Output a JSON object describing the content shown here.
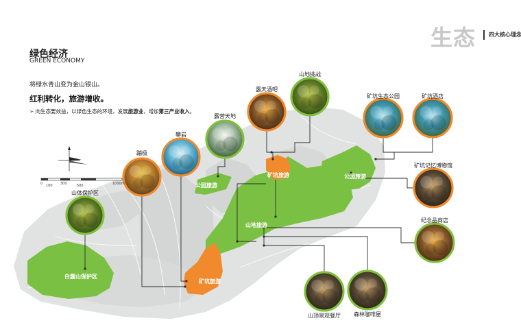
{
  "header": {
    "section_title": "生态",
    "section_subtitle": "四大核心理念"
  },
  "intro": {
    "title_cn": "绿色经济",
    "title_en": "GREEN ECONOMY",
    "lead": "将绿水青山变为金山银山。",
    "subtitle": "红利转化，旅游增收。",
    "desc_prefix": "➢  向生态要效益，以绿色生态的环境，发展",
    "desc_bold1": "旅游业",
    "desc_mid": "，增加",
    "desc_bold2": "第三产业收入",
    "desc_suffix": "。"
  },
  "map": {
    "zones": {
      "baiyun": "白露山保护区",
      "park_left": "公园旅游",
      "park_right": "公园旅游",
      "mine_top": "矿坑旅游",
      "mine_bottom": "矿坑旅游",
      "mountain": "山地旅游"
    },
    "scale_labels": [
      "0",
      "100",
      "300",
      "500",
      "1000m"
    ]
  },
  "photos": [
    {
      "id": "protect",
      "label": "山体保护区",
      "ring": "#7fc13b",
      "theme": "forest"
    },
    {
      "id": "bungee",
      "label": "蹦极",
      "ring": "#f08a2c",
      "theme": "rock"
    },
    {
      "id": "climb",
      "label": "攀岩",
      "ring": "#f08a2c",
      "theme": "water"
    },
    {
      "id": "camp",
      "label": "露营天地",
      "ring": "#7fc13b",
      "theme": "bright"
    },
    {
      "id": "bar",
      "label": "露天酒吧",
      "ring": "#f08a2c",
      "theme": "warm"
    },
    {
      "id": "adventure",
      "label": "山地挑战",
      "ring": "#7fc13b",
      "theme": "forest"
    },
    {
      "id": "eco_park",
      "label": "矿坑生态公园",
      "ring": "#f08a2c",
      "theme": "pool"
    },
    {
      "id": "hotel",
      "label": "矿坑酒店",
      "ring": "#f08a2c",
      "theme": "pool"
    },
    {
      "id": "museum",
      "label": "矿坑记忆博物馆",
      "ring": "#f08a2c",
      "theme": "dark"
    },
    {
      "id": "souvenir",
      "label": "纪念品商店",
      "ring": "#7fc13b",
      "theme": "warm"
    },
    {
      "id": "restaurant",
      "label": "山顶景观餐厅",
      "ring": "#7fc13b",
      "theme": "dark"
    },
    {
      "id": "cafe",
      "label": "森林咖啡屋",
      "ring": "#7fc13b",
      "theme": "dark"
    }
  ]
}
